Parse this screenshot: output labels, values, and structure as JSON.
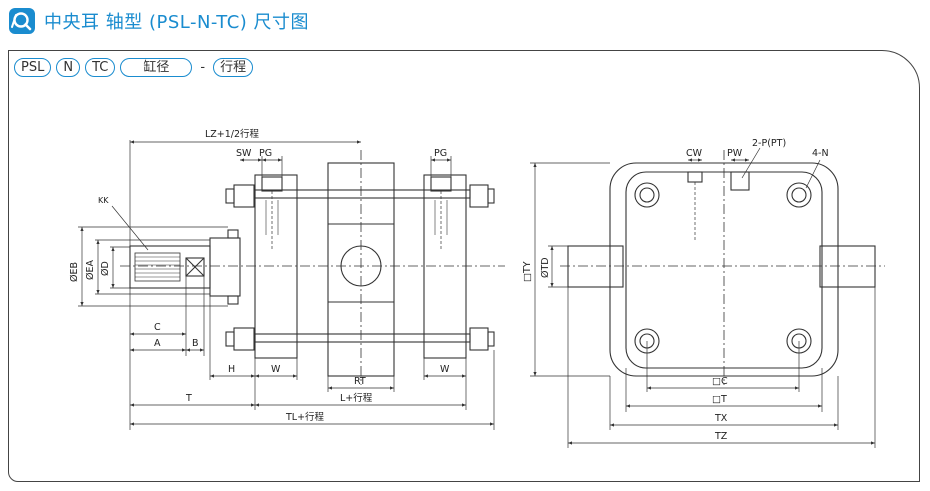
{
  "header": {
    "title": "中央耳 轴型 (PSL-N-TC) 尺寸图",
    "icon": "search-magnifier-icon",
    "accent_color": "#1a8ccf"
  },
  "model_code": {
    "parts": [
      "PSL",
      "N",
      "TC",
      "缸径",
      "-",
      "行程"
    ]
  },
  "labels": {
    "lz": "LZ+1/2行程",
    "sw": "SW",
    "pg_left": "PG",
    "pg_right": "PG",
    "kk": "KK",
    "eb": "ØEB",
    "ea": "ØEA",
    "d": "ØD",
    "c": "C",
    "a": "A",
    "b": "B",
    "h": "H",
    "w_left": "W",
    "rt": "RT",
    "w_right": "W",
    "t": "T",
    "l": "L+行程",
    "tl": "TL+行程",
    "cw": "CW",
    "pw": "PW",
    "port": "2-P(PT)",
    "holes": "4-N",
    "ty": "□TY",
    "td": "ØTD",
    "sq_c": "□C",
    "sq_t": "□T",
    "tx": "TX",
    "tz": "TZ"
  }
}
